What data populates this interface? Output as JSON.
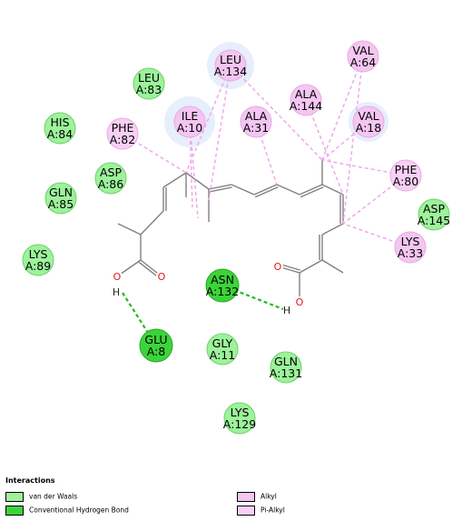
{
  "colors": {
    "vdw": "#9df29b",
    "vdw_stroke": "#6fd06c",
    "hbond": "#3cd43a",
    "hbond_stroke": "#2aa928",
    "alkyl": "#f4c6f2",
    "pi_alkyl": "#f8d0f6",
    "pink_stroke": "#e7a9e3",
    "halo": "#e7eefc",
    "hbond_line": "#22bb22",
    "alkyl_line": "#f0a8ea",
    "oxygen": "#e8151a",
    "hydrogen": "#222222",
    "bond": "#808080"
  },
  "residues": [
    {
      "id": "leu134",
      "name": "LEU",
      "chain": "A:134",
      "type": "alkyl",
      "halo": true
    },
    {
      "id": "val64",
      "name": "VAL",
      "chain": "A:64",
      "type": "alkyl",
      "halo": false
    },
    {
      "id": "leu83",
      "name": "LEU",
      "chain": "A:83",
      "type": "vdw",
      "halo": false
    },
    {
      "id": "ala144",
      "name": "ALA",
      "chain": "A:144",
      "type": "alkyl",
      "halo": false
    },
    {
      "id": "his84",
      "name": "HIS",
      "chain": "A:84",
      "type": "vdw",
      "halo": false
    },
    {
      "id": "phe82",
      "name": "PHE",
      "chain": "A:82",
      "type": "pi_alkyl",
      "halo": false
    },
    {
      "id": "ile10",
      "name": "ILE",
      "chain": "A:10",
      "type": "alkyl",
      "halo": true
    },
    {
      "id": "ala31",
      "name": "ALA",
      "chain": "A:31",
      "type": "alkyl",
      "halo": false
    },
    {
      "id": "val18",
      "name": "VAL",
      "chain": "A:18",
      "type": "alkyl",
      "halo": true
    },
    {
      "id": "asp86",
      "name": "ASP",
      "chain": "A:86",
      "type": "vdw",
      "halo": false
    },
    {
      "id": "phe80",
      "name": "PHE",
      "chain": "A:80",
      "type": "pi_alkyl",
      "halo": false
    },
    {
      "id": "gln85",
      "name": "GLN",
      "chain": "A:85",
      "type": "vdw",
      "halo": false
    },
    {
      "id": "asp145",
      "name": "ASP",
      "chain": "A:145",
      "type": "vdw",
      "halo": false
    },
    {
      "id": "lys33",
      "name": "LYS",
      "chain": "A:33",
      "type": "alkyl",
      "halo": false
    },
    {
      "id": "lys89",
      "name": "LYS",
      "chain": "A:89",
      "type": "vdw",
      "halo": false
    },
    {
      "id": "asn132",
      "name": "ASN",
      "chain": "A:132",
      "type": "hbond",
      "halo": false
    },
    {
      "id": "glu8",
      "name": "GLU",
      "chain": "A:8",
      "type": "hbond",
      "halo": false
    },
    {
      "id": "gly11",
      "name": "GLY",
      "chain": "A:11",
      "type": "vdw",
      "halo": false
    },
    {
      "id": "gln131",
      "name": "GLN",
      "chain": "A:131",
      "type": "vdw",
      "halo": false
    },
    {
      "id": "lys129",
      "name": "LYS",
      "chain": "A:129",
      "type": "vdw",
      "halo": false
    }
  ],
  "atoms": {
    "oxygen": "O",
    "hydrogen": "H"
  },
  "legend": {
    "title": "Interactions",
    "items": [
      {
        "label": "van der Waals",
        "type": "vdw"
      },
      {
        "label": "Conventional Hydrogen Bond",
        "type": "hbond"
      },
      {
        "label": "Alkyl",
        "type": "alkyl"
      },
      {
        "label": "Pi-Alkyl",
        "type": "pi_alkyl"
      }
    ]
  }
}
